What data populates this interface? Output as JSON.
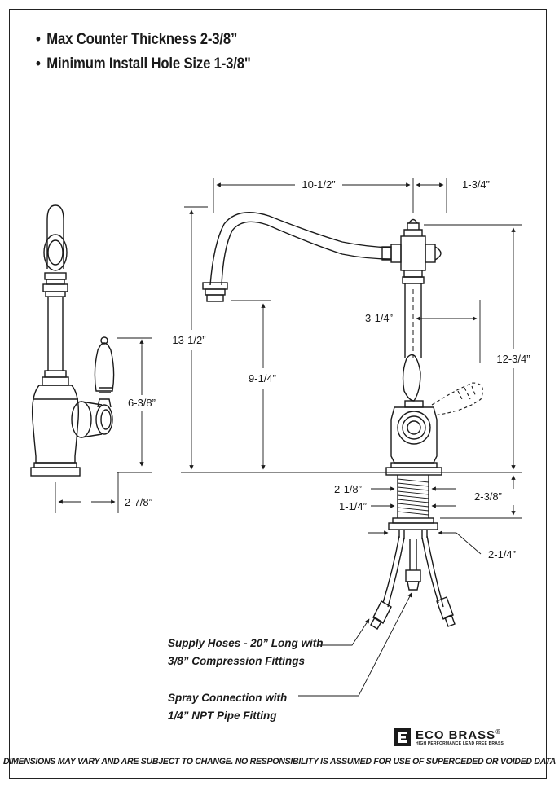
{
  "bullets": [
    "Max Counter Thickness 2-3/8”",
    "Minimum Install Hole Size 1-3/8\""
  ],
  "dimensions": {
    "spout_reach": "10-1/2”",
    "handle_offset": "1-3/4”",
    "total_height": "13-1/2”",
    "spout_clearance": "9-1/4”",
    "handle_reach": "3-1/4”",
    "top_height": "12-3/4”",
    "side_height": "6-3/8”",
    "side_width": "2-7/8”",
    "shank_width": "2-1/8”",
    "counter_thickness": "2-3/8”",
    "hole_size": "1-1/4”",
    "washer_size": "2-1/4”"
  },
  "notes": {
    "supply_line1": "Supply Hoses - 20” Long with",
    "supply_line2": "3/8” Compression Fittings",
    "spray_line1": "Spray Connection with",
    "spray_line2": "1/4” NPT Pipe Fitting"
  },
  "brand": {
    "name": "ECO BRASS",
    "registered": "®",
    "tagline": "HIGH PERFORMANCE LEAD FREE BRASS"
  },
  "disclaimer": "DIMENSIONS MAY VARY AND ARE SUBJECT TO CHANGE. NO RESPONSIBILITY IS ASSUMED FOR USE OF SUPERCEDED OR VOIDED DATA"
}
